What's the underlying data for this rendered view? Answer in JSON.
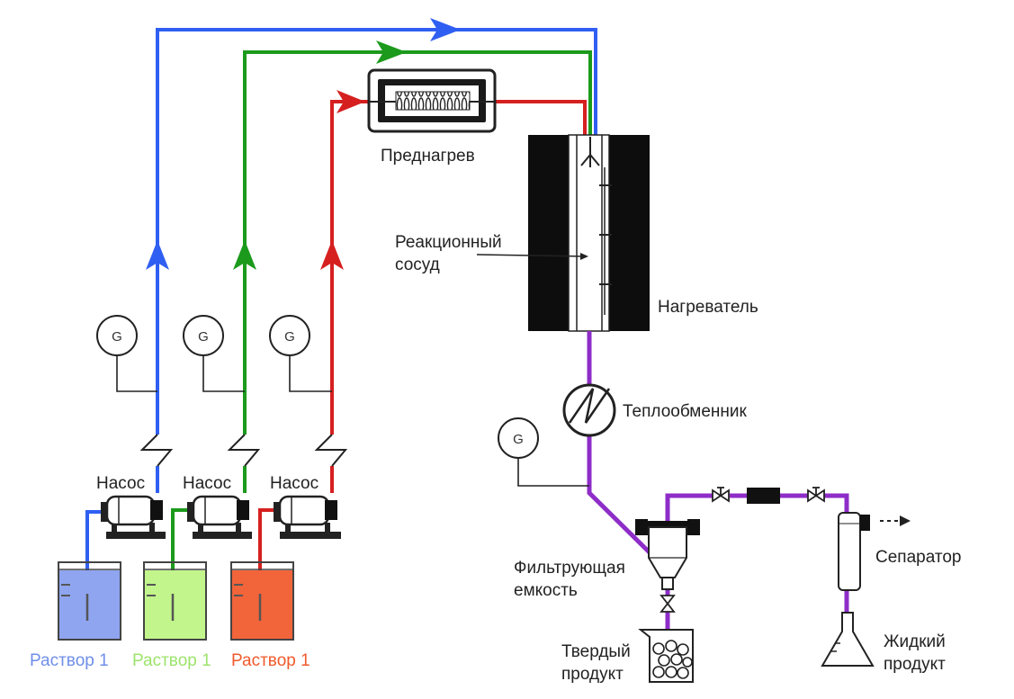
{
  "labels": {
    "preheat": "Преднагрев",
    "reactor_line1": "Реакционный",
    "reactor_line2": "сосуд",
    "heater": "Нагреватель",
    "heat_exchanger": "Теплообменник",
    "pump": "Насос",
    "solution": "Раствор 1",
    "filter_line1": "Фильтрующая",
    "filter_line2": "емкость",
    "separator": "Сепаратор",
    "solid_line1": "Твердый",
    "solid_line2": "продукт",
    "liquid_line1": "Жидкий",
    "liquid_line2": "продукт",
    "gauge": "G"
  },
  "colors": {
    "line_blue": "#2f5ff2",
    "line_green": "#1c9a1c",
    "line_red": "#d62020",
    "line_purple": "#8e2dc8",
    "solution_blue_fill": "#8fa5f0",
    "solution_green_fill": "#c2f58c",
    "solution_red_fill": "#f2643a",
    "solution_blue_text": "#6f8fe8",
    "solution_green_text": "#9de36a",
    "solution_red_text": "#f05a2c"
  }
}
